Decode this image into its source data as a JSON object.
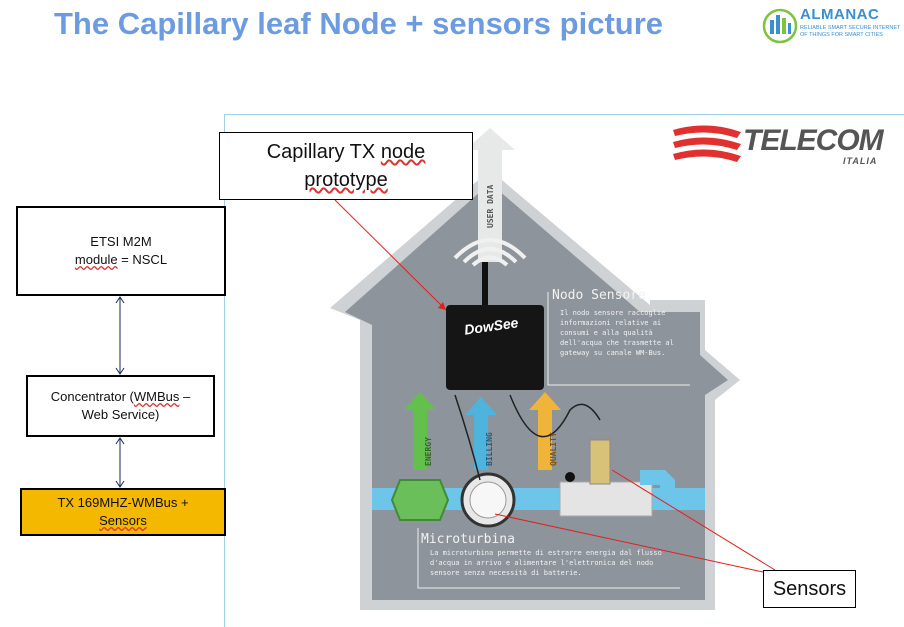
{
  "title": "The Capillary leaf Node + sensors picture",
  "logos": {
    "almanac_name": "ALMANAC",
    "almanac_line1": "RELIABLE SMART SECURE INTERNET",
    "almanac_line2": "OF THINGS FOR SMART CITIES",
    "telecom_name": "TELECOM",
    "telecom_sub": "ITALIA"
  },
  "blocks": {
    "etsi_line1": "ETSI M2M",
    "etsi_line2a": "module",
    "etsi_line2b": " = NSCL",
    "conc_line1a": "Concentrator (",
    "conc_line1b": "WMBus",
    "conc_line1c": " –",
    "conc_line2": "Web Service)",
    "tx_line1": "TX 169MHZ-WMBus +",
    "tx_line2": "Sensors"
  },
  "callouts": {
    "capillary_line1a": "Capillary TX ",
    "capillary_line1b": "node",
    "capillary_line2": "prototype",
    "sensors": "Sensors"
  },
  "photo": {
    "nodo_title": "Nodo Sensore",
    "nodo_body": "Il nodo sensore raccoglie informazioni relative ai consumi e alla qualità dell'acqua che trasmette al gateway su canale WM-Bus.",
    "micro_title": "Microturbina",
    "micro_body": "La microturbina permette di estrarre energia dal flusso d'acqua in arrivo e alimentare l'elettronica del nodo sensore senza necessità di batterie.",
    "user_data": "USER DATA",
    "energy": "ENERGY",
    "billing": "BILLING",
    "quality": "QUALITY",
    "device_brand": "DowSee"
  },
  "colors": {
    "title": "#6d9be0",
    "tx_fill": "#f5b800",
    "house": "#8e949b",
    "callout_line": "#e02020",
    "telecom_red": "#e03030"
  }
}
